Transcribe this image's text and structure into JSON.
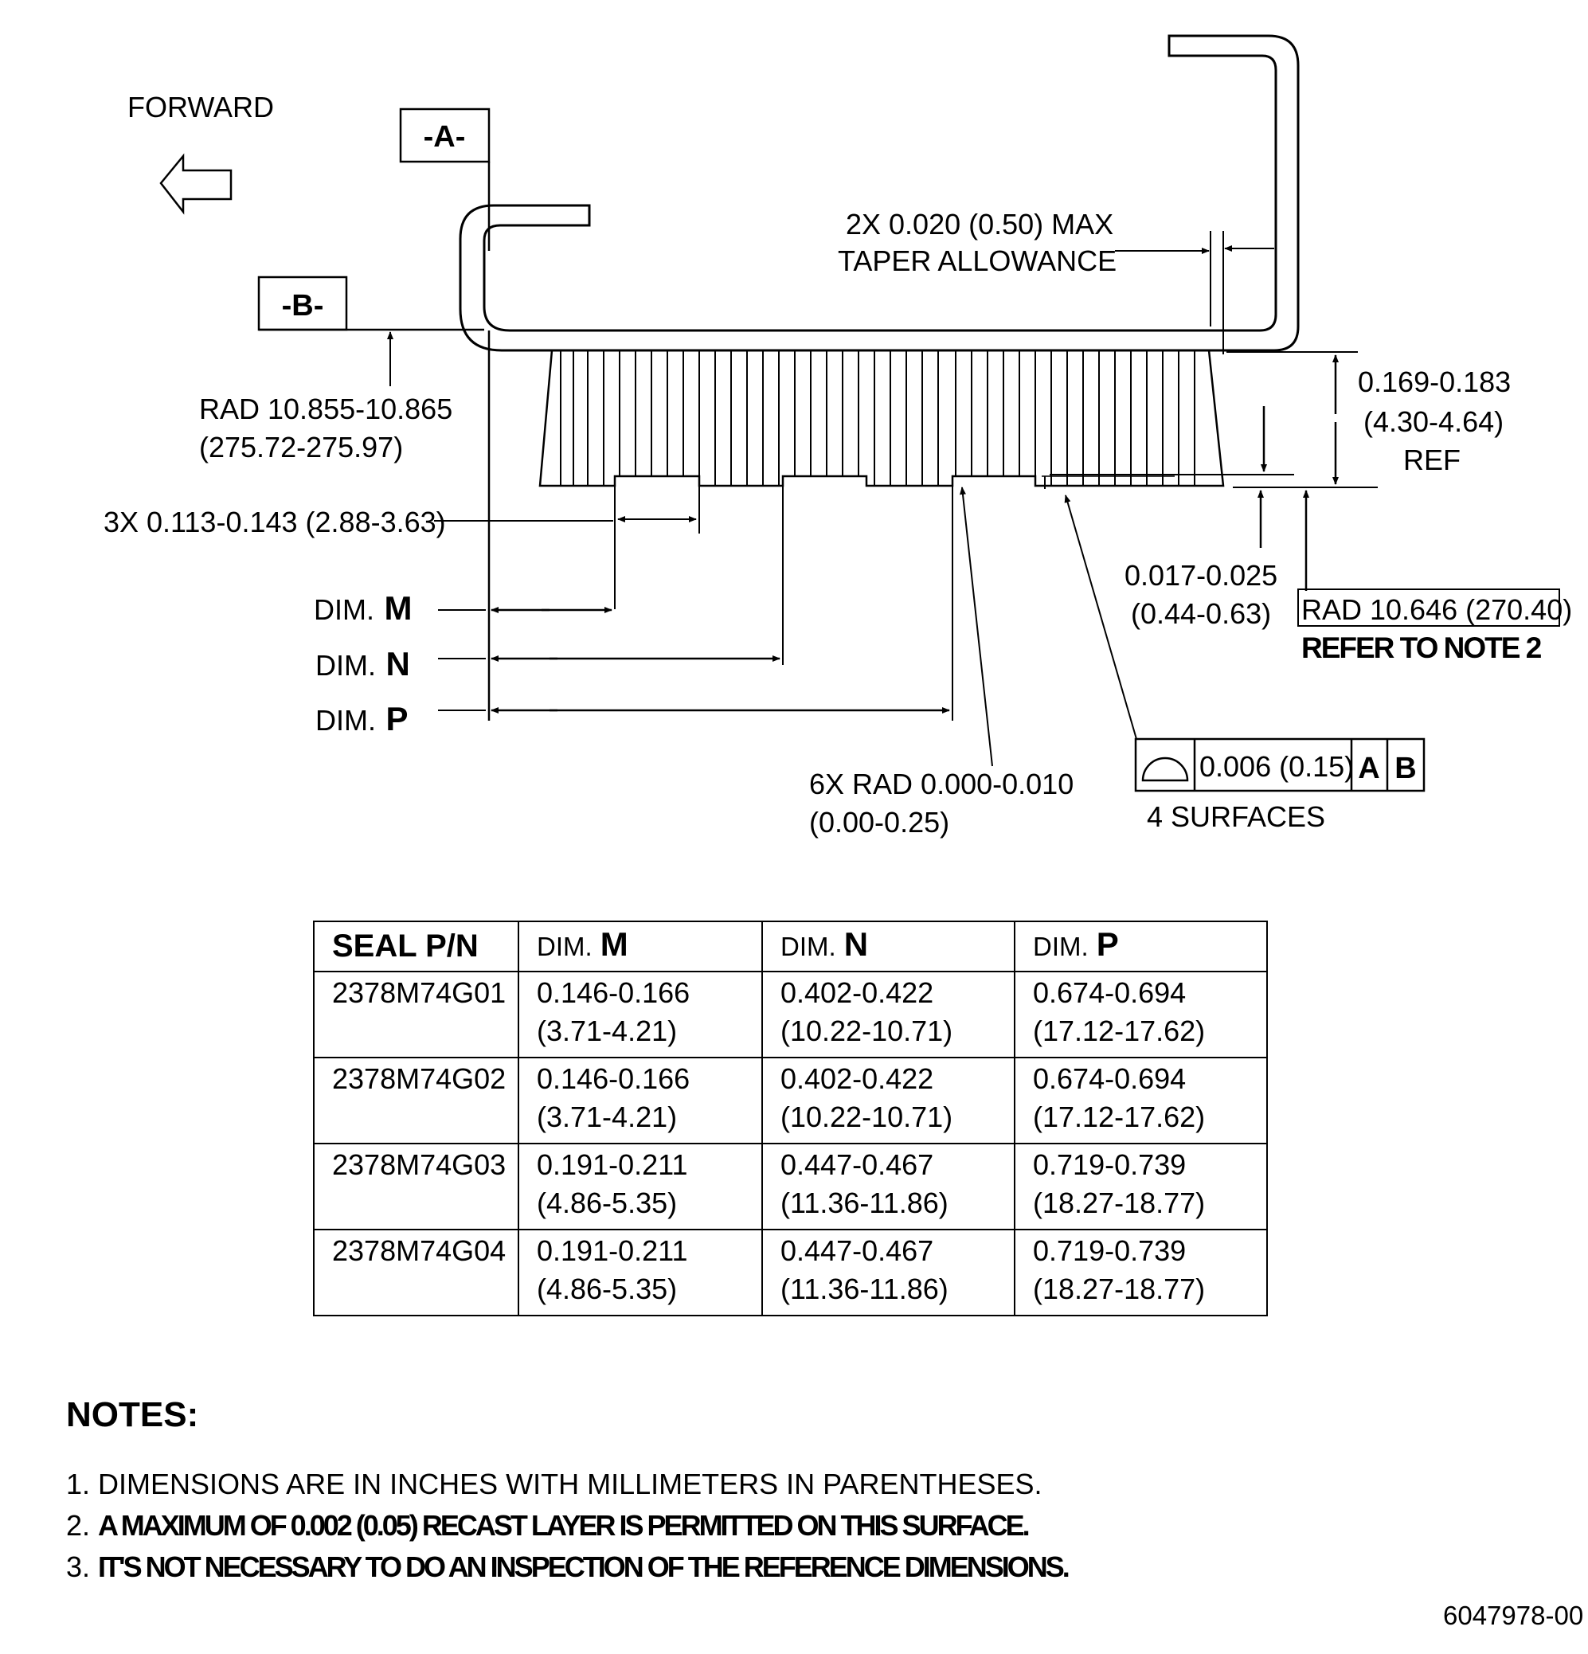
{
  "labels": {
    "forward": "FORWARD",
    "datum_a": "-A-",
    "datum_b": "-B-",
    "taper_line1": "2X 0.020 (0.50) MAX",
    "taper_line2": "TAPER ALLOWANCE",
    "rad_b_line1": "RAD 10.855-10.865",
    "rad_b_line2": "(275.72-275.97)",
    "slot_width": "3X 0.113-0.143 (2.88-3.63)",
    "height_line1": "0.169-0.183",
    "height_line2": "(4.30-4.64)",
    "height_line3": "REF",
    "recess_line1": "0.017-0.025",
    "recess_line2": "(0.44-0.63)",
    "rad_ref": "RAD 10.646 (270.40)",
    "refer_note": "REFER TO NOTE 2",
    "corner_rad_line1": "6X RAD 0.000-0.010",
    "corner_rad_line2": "(0.00-0.25)",
    "profile_tolerance": "0.006 (0.15)",
    "profile_datum_1": "A",
    "profile_datum_2": "B",
    "profile_surfaces": "4 SURFACES",
    "dim_prefix": "DIM.",
    "dim_m": "M",
    "dim_n": "N",
    "dim_p": "P"
  },
  "table": {
    "headers": [
      "SEAL P/N",
      "DIM.",
      "M",
      "DIM.",
      "N",
      "DIM.",
      "P"
    ],
    "rows": [
      {
        "pn": "2378M74G01",
        "m": [
          "0.146-0.166",
          "(3.71-4.21)"
        ],
        "n": [
          "0.402-0.422",
          "(10.22-10.71)"
        ],
        "p": [
          "0.674-0.694",
          "(17.12-17.62)"
        ]
      },
      {
        "pn": "2378M74G02",
        "m": [
          "0.146-0.166",
          "(3.71-4.21)"
        ],
        "n": [
          "0.402-0.422",
          "(10.22-10.71)"
        ],
        "p": [
          "0.674-0.694",
          "(17.12-17.62)"
        ]
      },
      {
        "pn": "2378M74G03",
        "m": [
          "0.191-0.211",
          "(4.86-5.35)"
        ],
        "n": [
          "0.447-0.467",
          "(11.36-11.86)"
        ],
        "p": [
          "0.719-0.739",
          "(18.27-18.77)"
        ]
      },
      {
        "pn": "2378M74G04",
        "m": [
          "0.191-0.211",
          "(4.86-5.35)"
        ],
        "n": [
          "0.447-0.467",
          "(11.36-11.86)"
        ],
        "p": [
          "0.719-0.739",
          "(18.27-18.77)"
        ]
      }
    ]
  },
  "notes": {
    "heading": "NOTES:",
    "items": [
      {
        "num": "1.",
        "text": "DIMENSIONS ARE IN INCHES WITH MILLIMETERS IN PARENTHESES."
      },
      {
        "num": "2.",
        "text": "A MAXIMUM OF 0.002 (0.05) RECAST LAYER IS PERMITTED ON THIS SURFACE."
      },
      {
        "num": "3.",
        "text": "IT'S NOT NECESSARY TO DO AN INSPECTION OF THE REFERENCE DIMENSIONS."
      }
    ]
  },
  "drawing_number": "6047978-00"
}
